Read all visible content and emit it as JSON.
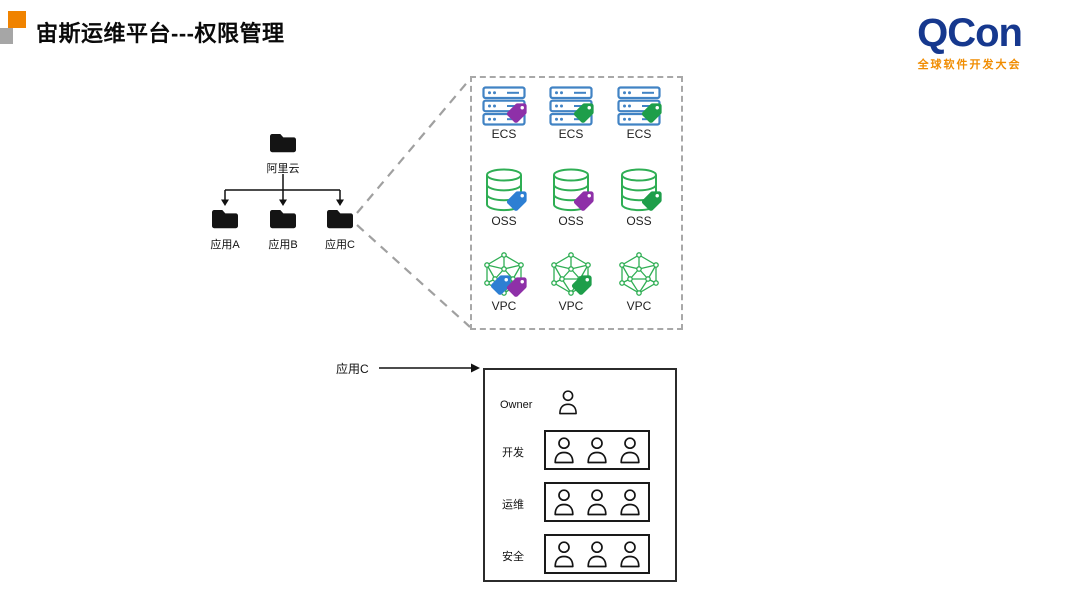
{
  "header": {
    "title": "宙斯运维平台---权限管理"
  },
  "logo": {
    "text": "QCon",
    "subtitle": "全球软件开发大会"
  },
  "tree": {
    "root": {
      "label": "阿里云"
    },
    "children": [
      {
        "label": "应用A"
      },
      {
        "label": "应用B"
      },
      {
        "label": "应用C"
      }
    ]
  },
  "resources": {
    "rows": [
      {
        "label": "ECS",
        "icon": "server-icon",
        "tags": [
          [
            "purple"
          ],
          [
            "green"
          ],
          [
            "green"
          ]
        ]
      },
      {
        "label": "OSS",
        "icon": "database-icon",
        "tags": [
          [
            "blue"
          ],
          [
            "purple"
          ],
          [
            "green"
          ]
        ]
      },
      {
        "label": "VPC",
        "icon": "network-icon",
        "tags": [
          [
            "blue",
            "purple"
          ],
          [
            "green"
          ],
          []
        ]
      }
    ]
  },
  "permissions": {
    "callout_label": "应用C",
    "roles": [
      {
        "label": "Owner",
        "members": 1,
        "boxed": false
      },
      {
        "label": "开发",
        "members": 3,
        "boxed": true
      },
      {
        "label": "运维",
        "members": 3,
        "boxed": true
      },
      {
        "label": "安全",
        "members": 3,
        "boxed": true
      }
    ]
  },
  "colors": {
    "accent_orange": "#F08300",
    "accent_gray": "#A6A6A6",
    "qcon_blue": "#16388E",
    "qcon_orange": "#F08C00",
    "server_blue": "#4183C4",
    "icon_green": "#2FAE54",
    "tag_purple": "#8E30A8",
    "tag_green": "#1E9E4A",
    "tag_blue": "#2D7FD3",
    "line_dark": "#111111",
    "dash_gray": "#A0A0A0"
  }
}
